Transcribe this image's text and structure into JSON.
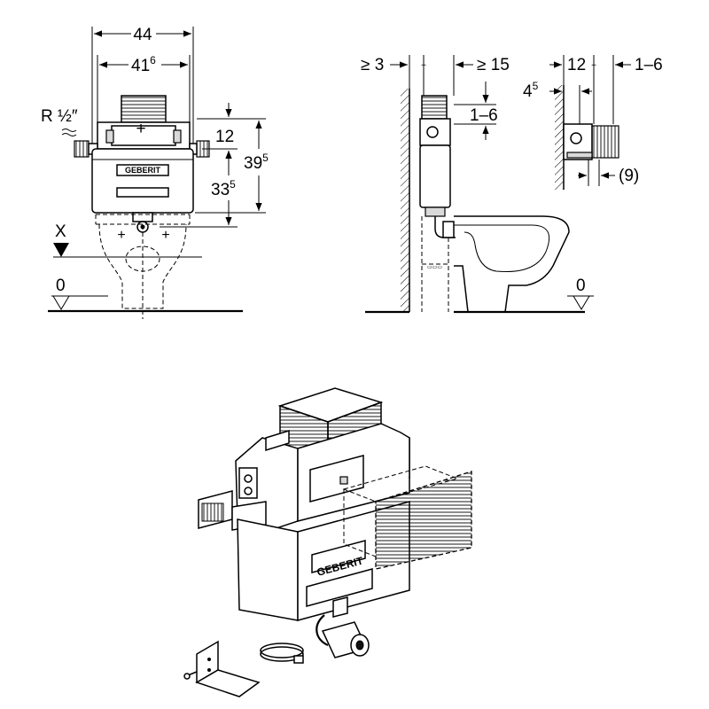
{
  "brand": "GEBERIT",
  "front_view": {
    "width_outer": "44",
    "width_inner_main": "41",
    "width_inner_sup": "6",
    "connection": "R ½″",
    "dim_top": "12",
    "dim_height_main": "39",
    "dim_height_sup": "5",
    "dim_lower_main": "33",
    "dim_lower_sup": "5",
    "marker_x": "X",
    "floor": "0"
  },
  "side_view": {
    "gap_min": "≥ 3",
    "clearance_min": "≥ 15",
    "adjust": "1–6",
    "floor": "0"
  },
  "detail_view": {
    "depth": "12",
    "adjust": "1–6",
    "offset_main": "4",
    "offset_sup": "5",
    "extra": "(9)"
  }
}
